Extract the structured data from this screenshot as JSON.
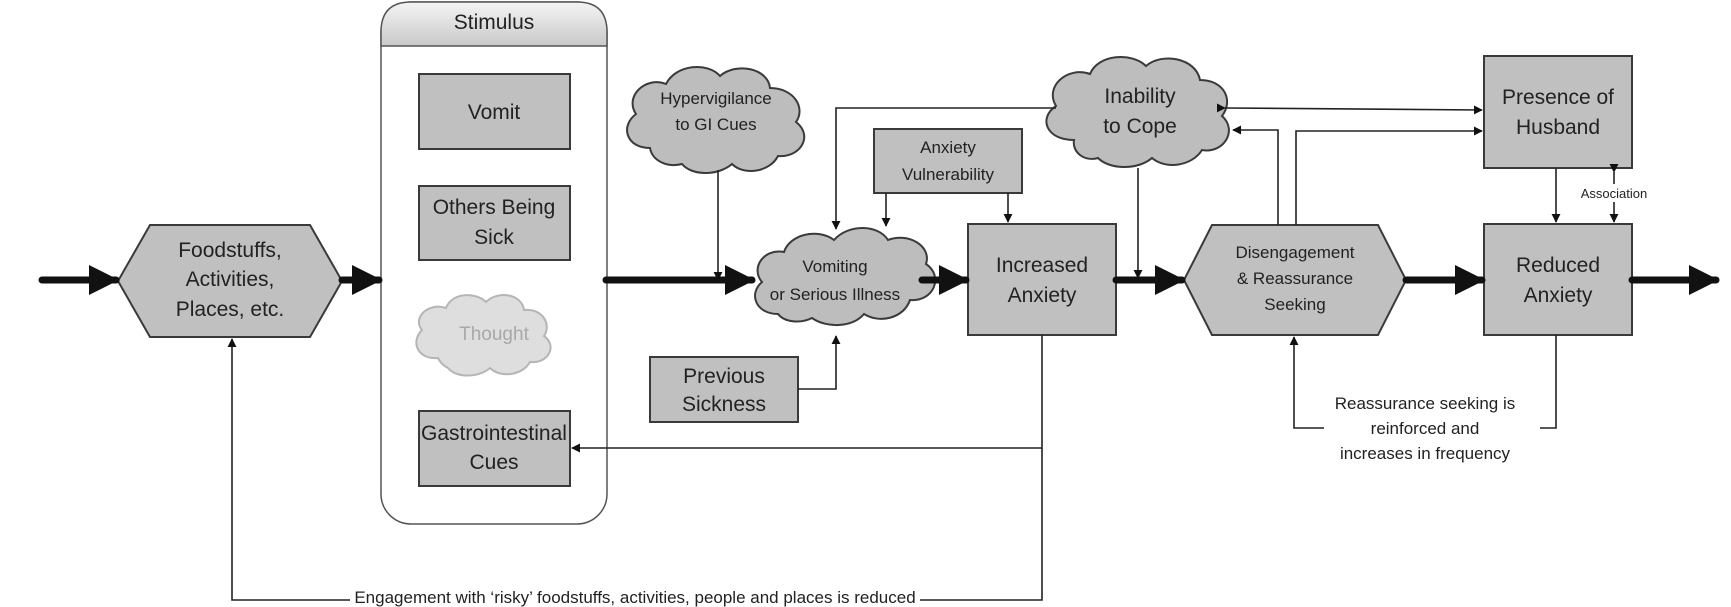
{
  "stimulus_panel": {
    "title": "Stimulus",
    "items": [
      {
        "lines": [
          "Vomit"
        ]
      },
      {
        "lines": [
          "Others Being",
          "Sick"
        ]
      },
      {
        "lines": [
          "Thought"
        ]
      },
      {
        "lines": [
          "Gastrointestinal",
          "Cues"
        ]
      }
    ]
  },
  "nodes": {
    "foodstuffs": [
      "Foodstuffs,",
      "Activities,",
      "Places, etc."
    ],
    "hypervigilance": [
      "Hypervigilance",
      "to GI Cues"
    ],
    "vomiting": [
      "Vomiting",
      "or Serious Illness"
    ],
    "previous_sickness": [
      "Previous",
      "Sickness"
    ],
    "anxiety_vulnerability": [
      "Anxiety",
      "Vulnerability"
    ],
    "increased_anxiety": [
      "Increased",
      "Anxiety"
    ],
    "inability_to_cope": [
      "Inability",
      "to Cope"
    ],
    "disengagement": [
      "Disengagement",
      "& Reassurance",
      "Seeking"
    ],
    "presence_of_husband": [
      "Presence of",
      "Husband"
    ],
    "reduced_anxiety": [
      "Reduced",
      "Anxiety"
    ]
  },
  "annotations": {
    "association": "Association",
    "reassurance_loop": [
      "Reassurance seeking is",
      "reinforced and",
      "increases in frequency"
    ],
    "engagement_loop": "Engagement with ‘risky’ foodstuffs, activities, people and places is reduced"
  }
}
